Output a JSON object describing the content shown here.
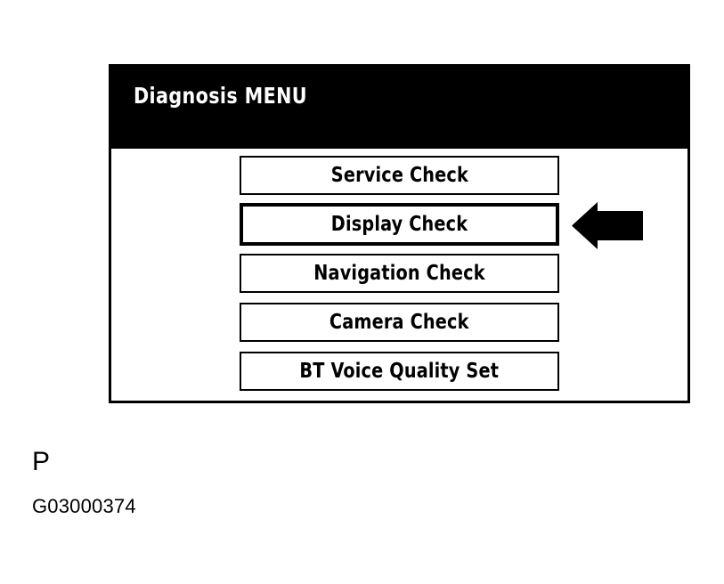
{
  "figure": {
    "caption_letter": "P",
    "caption_code": "G03000374"
  },
  "screen": {
    "title": "Diagnosis MENU",
    "title_color": "#FFFFFF",
    "titlebar_color": "#000000",
    "background_color": "#FFFFFF",
    "border_color": "#000000",
    "menu_items": [
      {
        "label": "Service Check",
        "selected": false
      },
      {
        "label": "Display Check",
        "selected": true
      },
      {
        "label": "Navigation Check",
        "selected": false
      },
      {
        "label": "Camera Check",
        "selected": false
      },
      {
        "label": "BT Voice Quality Set",
        "selected": false
      }
    ]
  },
  "annotation": {
    "arrow_icon": "arrow-left-icon",
    "arrow_color": "#000000",
    "points_at": "Display Check"
  }
}
